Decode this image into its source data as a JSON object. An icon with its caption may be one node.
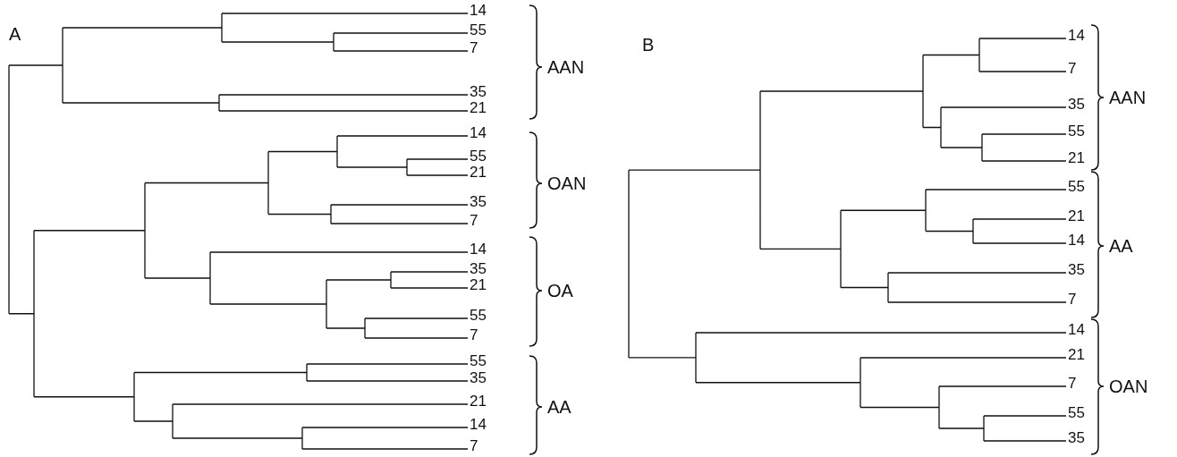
{
  "diagram": {
    "labels": [
      "A",
      "14",
      "55",
      "7",
      "35",
      "21",
      "AAN",
      "14",
      "55",
      "21",
      "35",
      "7",
      "OAN",
      "14",
      "35",
      "21",
      "55",
      "7",
      "OA",
      "55",
      "35",
      "21",
      "14",
      "7",
      "AA",
      "B",
      "14",
      "7",
      "35",
      "55",
      "21",
      "AAN",
      "55",
      "21",
      "14",
      "35",
      "7",
      "AA",
      "14",
      "21",
      "7",
      "55",
      "35",
      "OAN"
    ]
  }
}
